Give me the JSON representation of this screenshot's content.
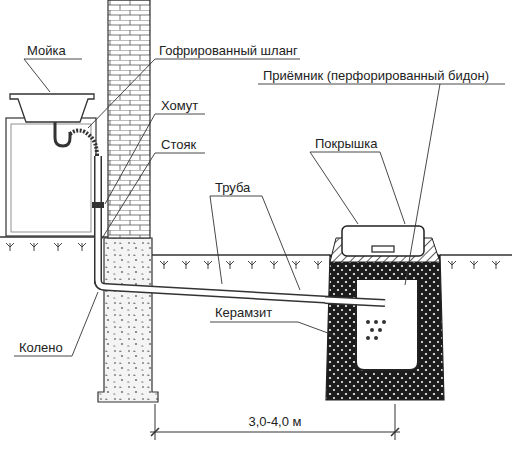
{
  "diagram": {
    "labels": [
      "Мойка",
      "Гофрированный шланг",
      "Приёмник (перфорированный бидон)",
      "Хомут",
      "Покрышка",
      "Стояк",
      "Труба",
      "Керамзит",
      "Колено",
      "3,0-4,0 м"
    ]
  }
}
